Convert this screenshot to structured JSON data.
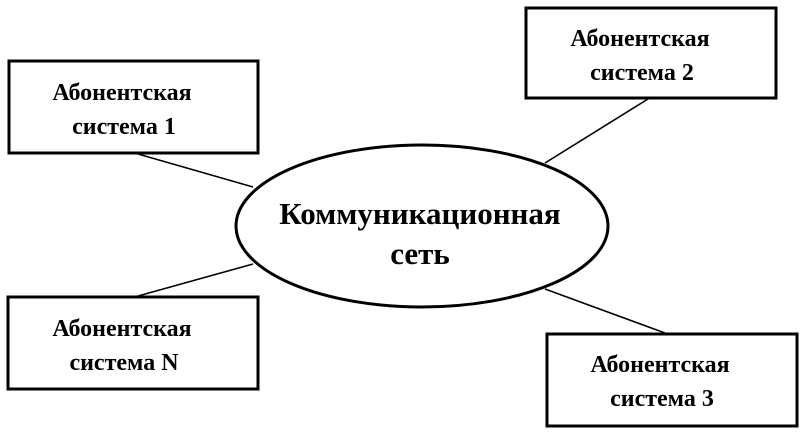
{
  "network": {
    "line1": "Коммуникационная",
    "line2": "сеть"
  },
  "subscribers": [
    {
      "line1": "Абонентская",
      "line2": "система 1"
    },
    {
      "line1": "Абонентская",
      "line2": "система 2"
    },
    {
      "line1": "Абонентская",
      "line2": "система 3"
    },
    {
      "line1": "Абонентская",
      "line2": "система N"
    }
  ],
  "colors": {
    "stroke": "#000000",
    "background": "#ffffff"
  }
}
